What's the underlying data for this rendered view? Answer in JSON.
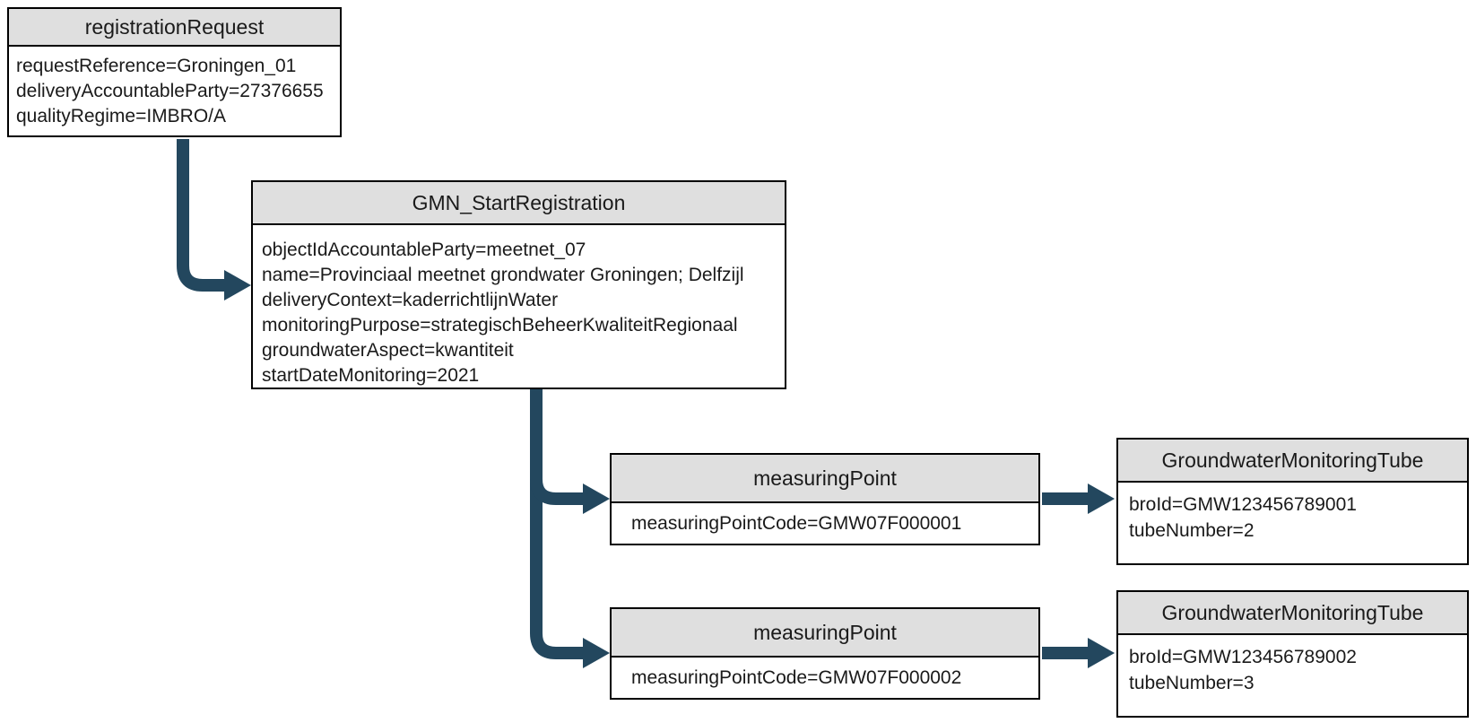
{
  "diagram": {
    "colors": {
      "arrow": "#23475e",
      "header_fill": "#dfdfdf",
      "border": "#000000",
      "background": "#ffffff"
    },
    "nodes": [
      {
        "title": "registrationRequest",
        "attributes": [
          "requestReference=Groningen_01",
          "deliveryAccountableParty=27376655",
          "qualityRegime=IMBRO/A"
        ]
      },
      {
        "title": "GMN_StartRegistration",
        "attributes": [
          "objectIdAccountableParty=meetnet_07",
          "name=Provinciaal meetnet grondwater Groningen; Delfzijl",
          "deliveryContext=kaderrichtlijnWater",
          "monitoringPurpose=strategischBeheerKwaliteitRegionaal",
          "groundwaterAspect=kwantiteit",
          "startDateMonitoring=2021"
        ]
      },
      {
        "title": "measuringPoint",
        "attributes": [
          "measuringPointCode=GMW07F000001"
        ]
      },
      {
        "title": "GroundwaterMonitoringTube",
        "attributes": [
          "broId=GMW123456789001",
          "tubeNumber=2"
        ]
      },
      {
        "title": "measuringPoint",
        "attributes": [
          "measuringPointCode=GMW07F000002"
        ]
      },
      {
        "title": "GroundwaterMonitoringTube",
        "attributes": [
          "broId=GMW123456789002",
          "tubeNumber=3"
        ]
      }
    ],
    "edges": [
      {
        "from": "registrationRequest",
        "to": "GMN_StartRegistration"
      },
      {
        "from": "GMN_StartRegistration",
        "to": "measuringPoint #1"
      },
      {
        "from": "GMN_StartRegistration",
        "to": "measuringPoint #2"
      },
      {
        "from": "measuringPoint #1",
        "to": "GroundwaterMonitoringTube #1"
      },
      {
        "from": "measuringPoint #2",
        "to": "GroundwaterMonitoringTube #2"
      }
    ]
  }
}
